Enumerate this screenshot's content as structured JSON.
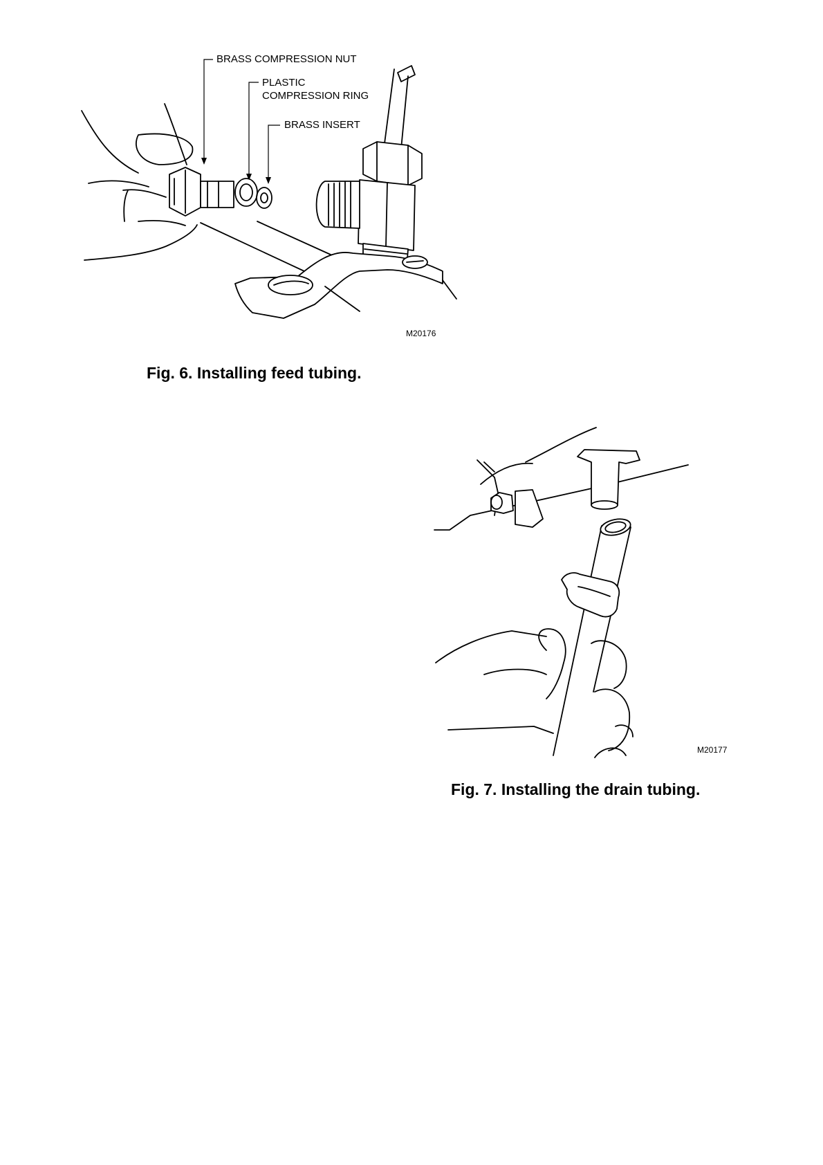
{
  "figure6": {
    "callouts": {
      "nut": "BRASS COMPRESSION NUT",
      "ring_line1": "PLASTIC",
      "ring_line2": "COMPRESSION RING",
      "insert": "BRASS INSERT"
    },
    "model_number": "M20176",
    "caption": "Fig. 6. Installing feed tubing."
  },
  "figure7": {
    "model_number": "M20177",
    "caption": "Fig. 7. Installing the drain tubing."
  }
}
